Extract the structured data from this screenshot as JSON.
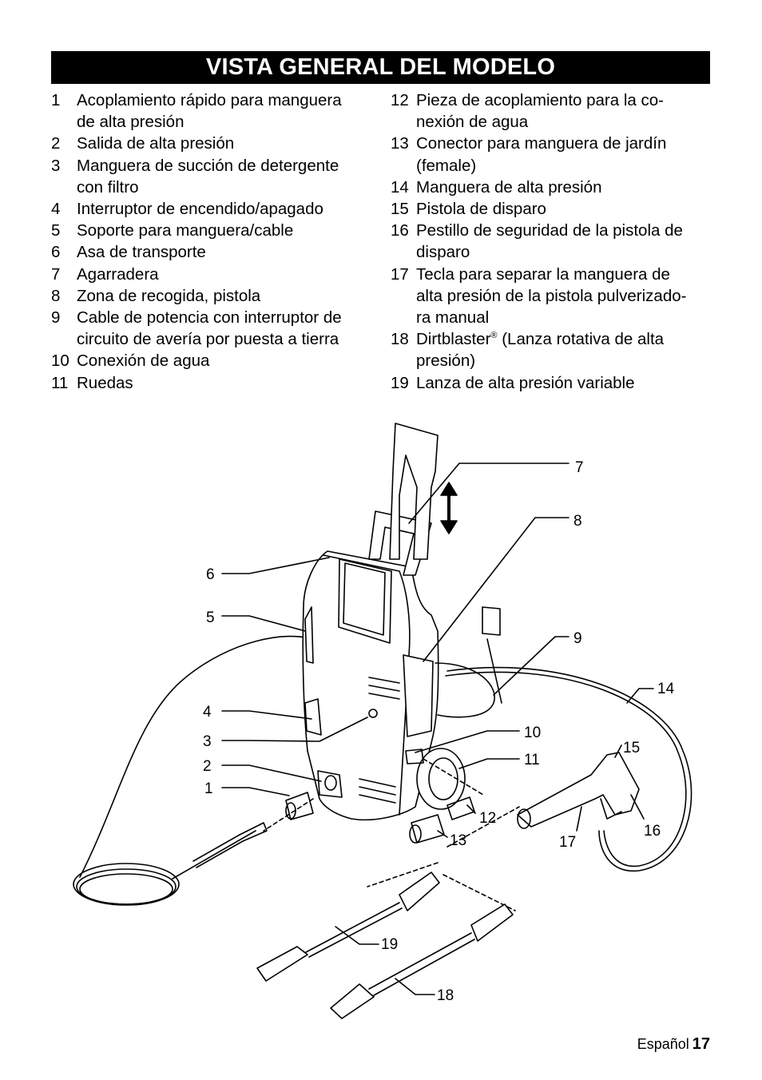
{
  "title": "VISTA GENERAL DEL MODELO",
  "items_left": [
    {
      "num": "1",
      "lines": [
        "Acoplamiento rápido para manguera",
        "de alta presión"
      ]
    },
    {
      "num": "2",
      "lines": [
        "Salida de alta presión"
      ]
    },
    {
      "num": "3",
      "lines": [
        "Manguera de succión de detergente",
        "con filtro"
      ]
    },
    {
      "num": "4",
      "lines": [
        "Interruptor de encendido/apagado"
      ]
    },
    {
      "num": "5",
      "lines": [
        "Soporte para manguera/cable"
      ]
    },
    {
      "num": "6",
      "lines": [
        "Asa de transporte"
      ]
    },
    {
      "num": "7",
      "lines": [
        "Agarradera"
      ]
    },
    {
      "num": "8",
      "lines": [
        "Zona de recogida, pistola"
      ]
    },
    {
      "num": "9",
      "lines": [
        "Cable de potencia con interruptor de",
        "circuito de avería por puesta a tierra"
      ]
    },
    {
      "num": "10",
      "lines": [
        "Conexión de agua"
      ]
    },
    {
      "num": "11",
      "lines": [
        "Ruedas"
      ]
    }
  ],
  "items_right": [
    {
      "num": "12",
      "lines": [
        "Pieza de acoplamiento para la co-",
        "nexión de agua"
      ]
    },
    {
      "num": "13",
      "lines": [
        "Conector para manguera de jardín",
        "(female)"
      ]
    },
    {
      "num": "14",
      "lines": [
        "Manguera de alta presión"
      ]
    },
    {
      "num": "15",
      "lines": [
        "Pistola de disparo"
      ]
    },
    {
      "num": "16",
      "lines": [
        "Pestillo de seguridad de la pistola de",
        "disparo"
      ]
    },
    {
      "num": "17",
      "lines": [
        "Tecla para separar la manguera de",
        "alta presión de la pistola pulverizado-",
        "ra manual"
      ]
    },
    {
      "num": "18",
      "lines": [
        "Dirtblaster",
        "presión)"
      ],
      "reg": "®",
      "suffix": " (Lanza rotativa de alta"
    },
    {
      "num": "19",
      "lines": [
        "Lanza de alta presión variable"
      ]
    }
  ],
  "callouts": [
    "1",
    "2",
    "3",
    "4",
    "5",
    "6",
    "7",
    "8",
    "9",
    "10",
    "11",
    "12",
    "13",
    "14",
    "15",
    "16",
    "17",
    "18",
    "19"
  ],
  "footer": {
    "language": "Español",
    "page": "17"
  }
}
